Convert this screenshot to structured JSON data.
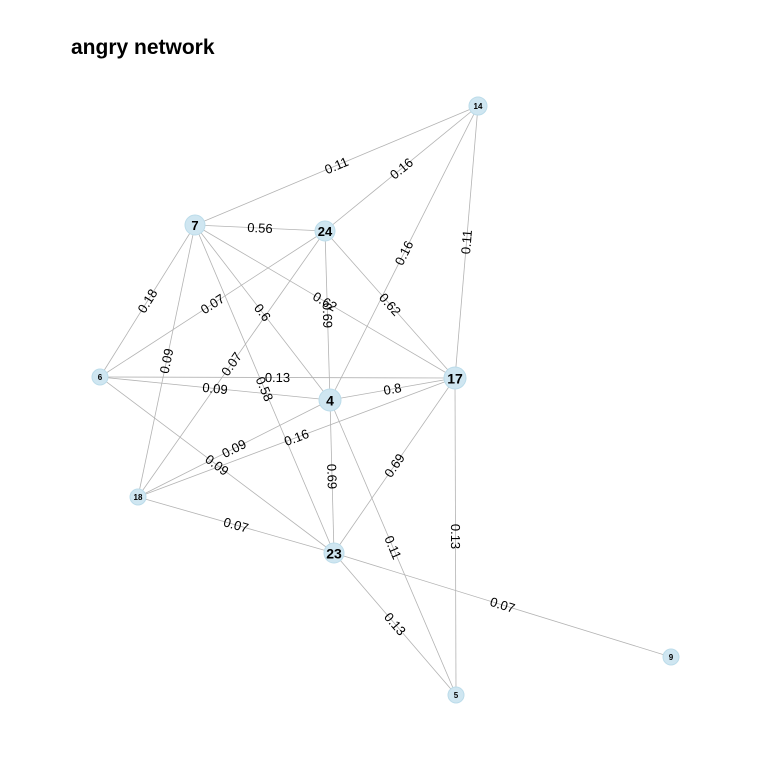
{
  "title": "angry network",
  "nodes": [
    {
      "id": "14"
    },
    {
      "id": "7"
    },
    {
      "id": "24"
    },
    {
      "id": "6"
    },
    {
      "id": "17"
    },
    {
      "id": "4"
    },
    {
      "id": "18"
    },
    {
      "id": "23"
    },
    {
      "id": "9"
    },
    {
      "id": "5"
    }
  ],
  "edges": [
    {
      "source": "7",
      "target": "14",
      "weight": "0.11"
    },
    {
      "source": "24",
      "target": "14",
      "weight": "0.16"
    },
    {
      "source": "4",
      "target": "14",
      "weight": "0.16"
    },
    {
      "source": "17",
      "target": "14",
      "weight": "0.11"
    },
    {
      "source": "7",
      "target": "24",
      "weight": "0.56"
    },
    {
      "source": "7",
      "target": "6",
      "weight": "0.18"
    },
    {
      "source": "7",
      "target": "18",
      "weight": "0.09"
    },
    {
      "source": "7",
      "target": "4",
      "weight": "0.6"
    },
    {
      "source": "7",
      "target": "17",
      "weight": "0.62"
    },
    {
      "source": "7",
      "target": "23",
      "weight": "0.58"
    },
    {
      "source": "24",
      "target": "6",
      "weight": "0.07"
    },
    {
      "source": "24",
      "target": "4",
      "weight": "0.69"
    },
    {
      "source": "24",
      "target": "17",
      "weight": "0.62"
    },
    {
      "source": "24",
      "target": "18",
      "weight": "0.07"
    },
    {
      "source": "6",
      "target": "17",
      "weight": "0.13"
    },
    {
      "source": "6",
      "target": "4",
      "weight": "0.09"
    },
    {
      "source": "6",
      "target": "23",
      "weight": "0.09"
    },
    {
      "source": "4",
      "target": "17",
      "weight": "0.8"
    },
    {
      "source": "4",
      "target": "18",
      "weight": "0.09"
    },
    {
      "source": "4",
      "target": "23",
      "weight": "0.69"
    },
    {
      "source": "4",
      "target": "5",
      "weight": "0.11"
    },
    {
      "source": "17",
      "target": "23",
      "weight": "0.69"
    },
    {
      "source": "17",
      "target": "18",
      "weight": "0.16"
    },
    {
      "source": "17",
      "target": "5",
      "weight": "0.13"
    },
    {
      "source": "18",
      "target": "23",
      "weight": "0.07"
    },
    {
      "source": "23",
      "target": "9",
      "weight": "0.07"
    },
    {
      "source": "23",
      "target": "5",
      "weight": "0.13"
    }
  ]
}
